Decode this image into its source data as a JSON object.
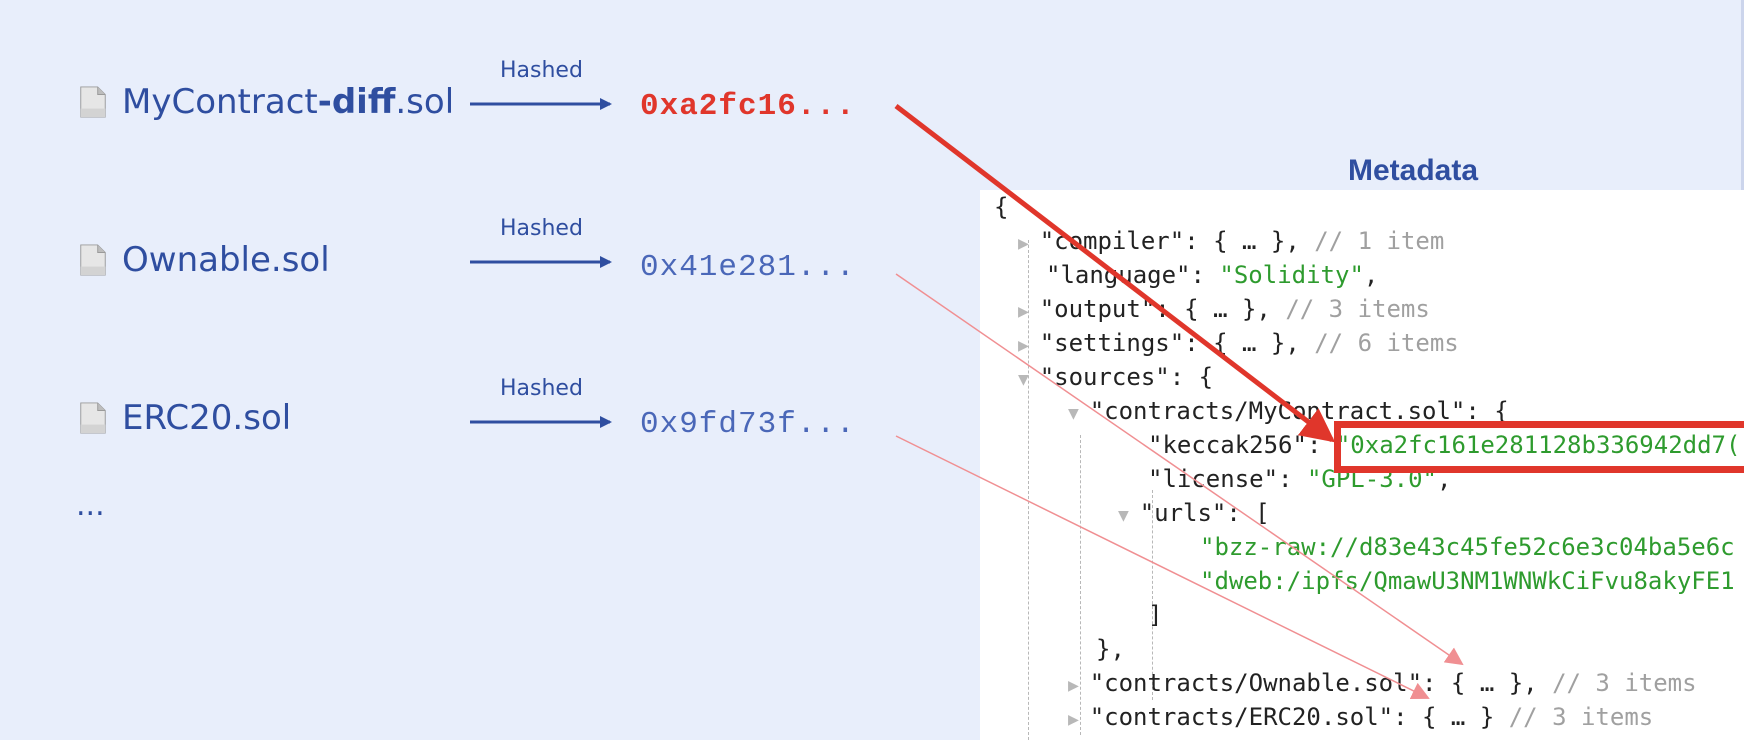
{
  "files": [
    {
      "prefix": "MyContract",
      "bold": "-diff",
      "suffix": ".sol",
      "hash": "0xa2fc16...",
      "highlight": true
    },
    {
      "prefix": "Ownable.sol",
      "bold": "",
      "suffix": "",
      "hash": "0x41e281...",
      "highlight": false
    },
    {
      "prefix": "ERC20.sol",
      "bold": "",
      "suffix": "",
      "hash": "0x9fd73f...",
      "highlight": false
    }
  ],
  "hash_label": "Hashed",
  "more_files": "...",
  "metadata_title": "Metadata",
  "colors": {
    "accent": "#2f4ea0",
    "highlight": "#e0362b",
    "string": "#2e9b2e",
    "comment": "#a0a0a0",
    "background": "#e8eefb"
  },
  "json_lines": [
    {
      "text": "{"
    },
    {
      "key": "\"compiler\"",
      "rest": ": { … },",
      "comment": " // 1 item"
    },
    {
      "key": "\"language\"",
      "rest": ": ",
      "str": "\"Solidity\"",
      "tail": ","
    },
    {
      "key": "\"output\"",
      "rest": ": { … },",
      "comment": " // 3 items"
    },
    {
      "key": "\"settings\"",
      "rest": ": { … },",
      "comment": " // 6 items"
    },
    {
      "key": "\"sources\"",
      "rest": ": {"
    },
    {
      "key": "\"contracts/MyContract.sol\"",
      "rest": ": {"
    },
    {
      "key": "\"keccak256\"",
      "rest": ": ",
      "str": "\"0xa2fc161e281128b336942dd7("
    },
    {
      "key": "\"license\"",
      "rest": ": ",
      "str": "\"GPL-3.0\"",
      "tail": ","
    },
    {
      "key": "\"urls\"",
      "rest": ": ["
    },
    {
      "str": "\"bzz-raw://d83e43c45fe52c6e3c04ba5e6c"
    },
    {
      "str": "\"dweb:/ipfs/QmawU3NM1WNWkCiFvu8akyFE1"
    },
    {
      "text": "]"
    },
    {
      "text": "},"
    },
    {
      "key": "\"contracts/Ownable.sol\"",
      "rest": ": { … },",
      "comment": " // 3 items"
    },
    {
      "key": "\"contracts/ERC20.sol\"",
      "rest": ": { … }",
      "comment": " // 3 items"
    }
  ]
}
